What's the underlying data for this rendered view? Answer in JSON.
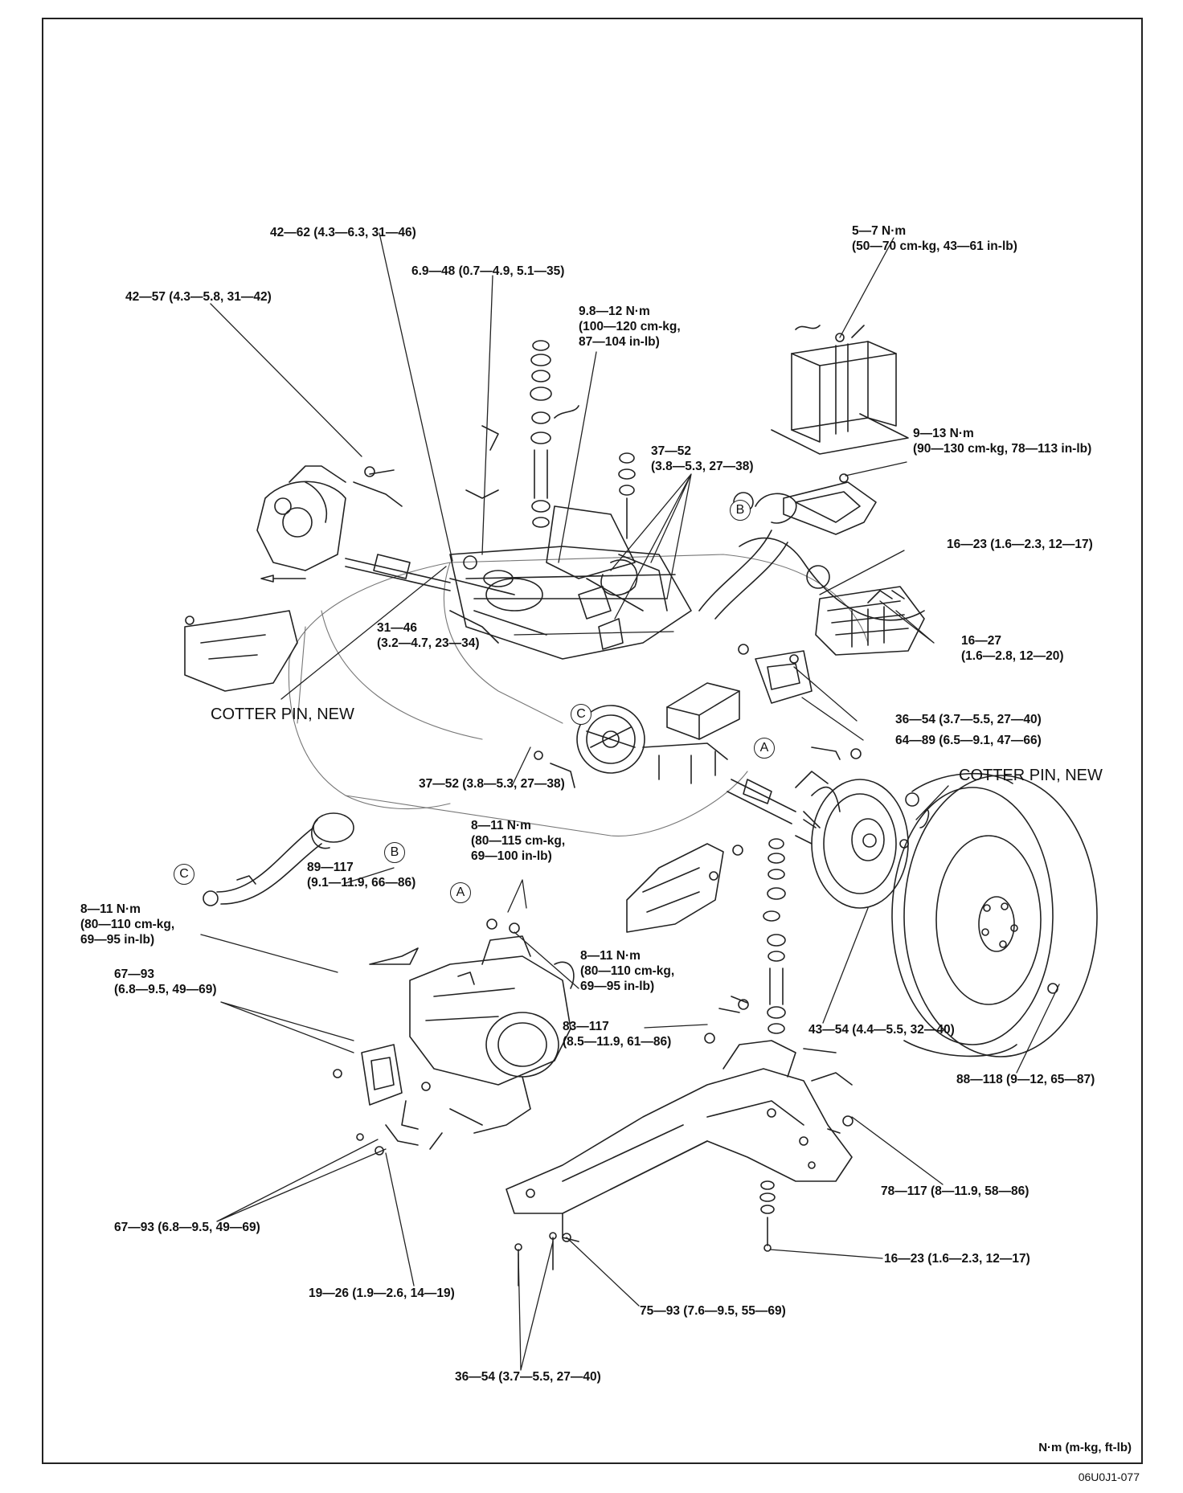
{
  "labels": {
    "l01": "42—62 (4.3—6.3, 31—46)",
    "l02": "5—7 N·m\n(50—70 cm-kg, 43—61 in-lb)",
    "l03": "6.9—48 (0.7—4.9, 5.1—35)",
    "l04": "42—57 (4.3—5.8, 31—42)",
    "l05": "9.8—12 N·m\n(100—120 cm-kg,\n87—104 in-lb)",
    "l06": "9—13 N·m\n(90—130 cm-kg, 78—113 in-lb)",
    "l07": "37—52\n(3.8—5.3, 27—38)",
    "l08": "16—23 (1.6—2.3, 12—17)",
    "l09": "16—27\n(1.6—2.8, 12—20)",
    "l10": "31—46\n(3.2—4.7, 23—34)",
    "l11": "COTTER PIN, NEW",
    "l12": "36—54 (3.7—5.5, 27—40)",
    "l13": "64—89 (6.5—9.1, 47—66)",
    "l14": "37—52 (3.8—5.3, 27—38)",
    "l15": "COTTER PIN, NEW",
    "l16": "8—11 N·m\n(80—115 cm-kg,\n69—100 in-lb)",
    "l17": "89—117\n(9.1—11.9, 66—86)",
    "l18": "8—11 N·m\n(80—110 cm-kg,\n69—95 in-lb)",
    "l19": "8—11 N·m\n(80—110 cm-kg,\n69—95 in-lb)",
    "l20": "67—93\n(6.8—9.5, 49—69)",
    "l21": "83—117\n(8.5—11.9, 61—86)",
    "l22": "43—54 (4.4—5.5, 32—40)",
    "l23": "88—118 (9—12, 65—87)",
    "l24": "78—117 (8—11.9, 58—86)",
    "l25": "67—93 (6.8—9.5, 49—69)",
    "l26": "16—23 (1.6—2.3, 12—17)",
    "l27": "19—26 (1.9—2.6, 14—19)",
    "l28": "75—93 (7.6—9.5, 55—69)",
    "l29": "36—54 (3.7—5.5, 27—40)"
  },
  "callouts": {
    "a": "A",
    "b": "B",
    "c": "C"
  },
  "footer": {
    "units": "N·m (m-kg, ft-lb)",
    "code": "06U0J1-077"
  }
}
